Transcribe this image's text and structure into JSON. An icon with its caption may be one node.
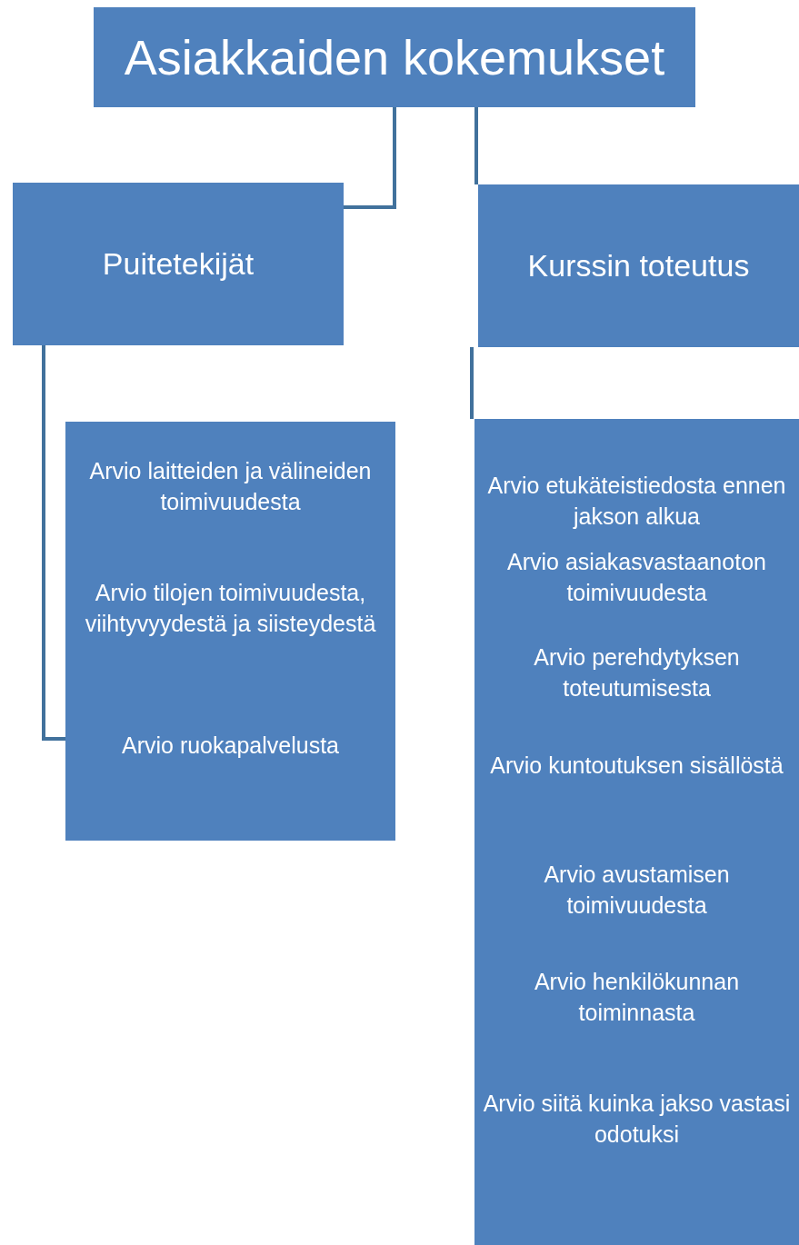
{
  "diagram": {
    "nodes": [
      {
        "text": [
          "Asiakkaiden kokemukset"
        ]
      },
      {
        "text": [
          "Puitetekijät"
        ]
      },
      {
        "text": [
          "Kurssin toteutus"
        ]
      },
      {
        "text": [
          "Arvio laitteiden ja välineiden toimivuudesta",
          "Arvio tilojen toimivuudesta, viihtyvyydestä ja siisteydestä",
          "Arvio ruokapalvelusta"
        ]
      },
      {
        "text": [
          "Arvio etukäteistiedosta ennen jakson alkua",
          "Arvio asiakasvastaanoton toimivuudesta",
          "Arvio perehdytyksen toteutumisesta",
          "Arvio kuntoutuksen sisällöstä",
          "Arvio avustamisen toimivuudesta",
          "Arvio henkilökunnan toiminnasta",
          "Arvio siitä kuinka jakso vastasi odotuksi"
        ]
      }
    ],
    "edges": [
      {
        "from": 0,
        "to": 1,
        "arrow": "none"
      },
      {
        "from": 0,
        "to": 2,
        "arrow": "none"
      },
      {
        "from": 1,
        "to": 3,
        "arrow": "none"
      },
      {
        "from": 2,
        "to": 4,
        "arrow": "none"
      }
    ]
  }
}
